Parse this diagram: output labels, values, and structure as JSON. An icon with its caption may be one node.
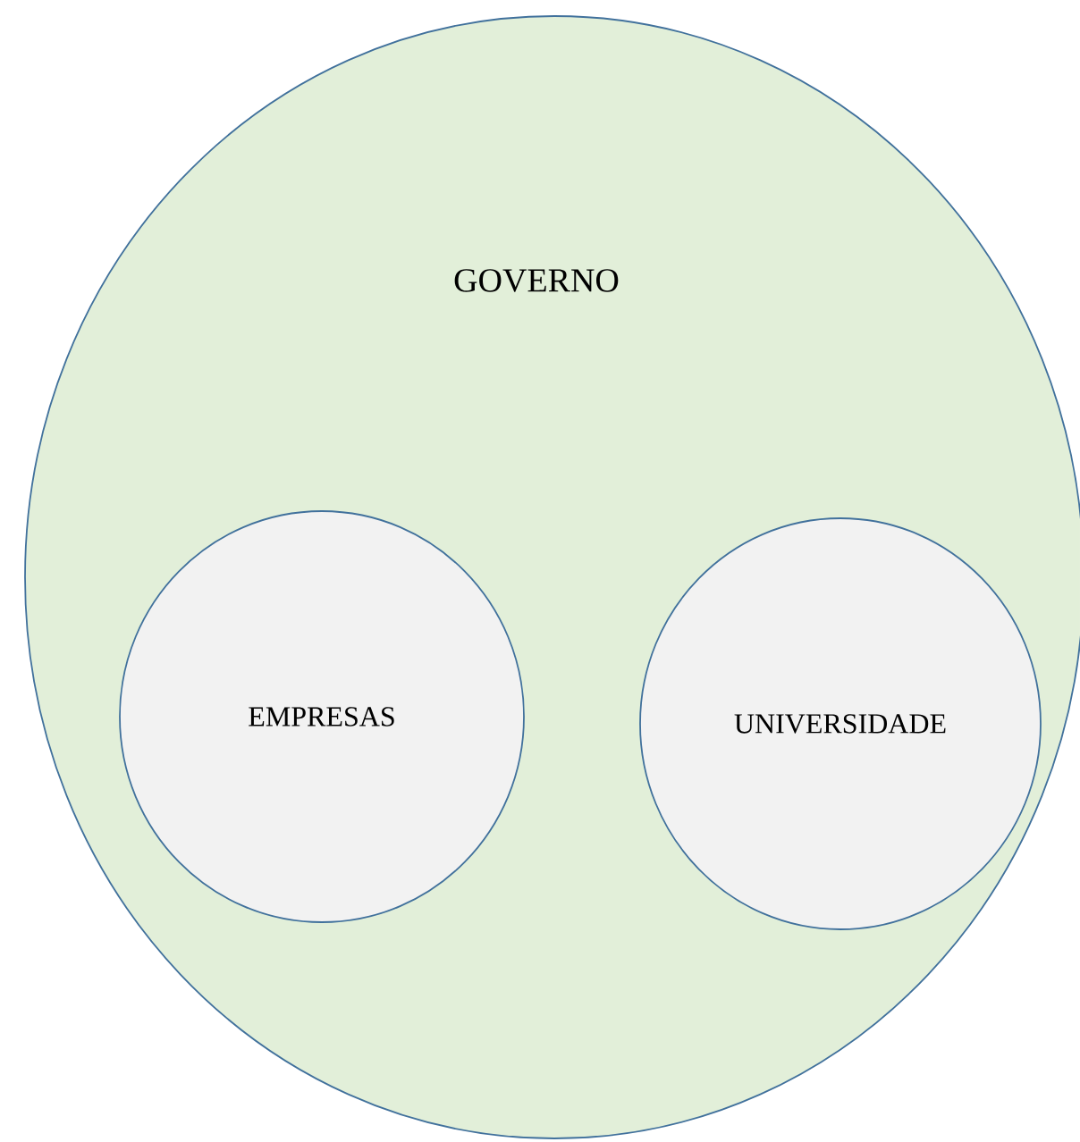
{
  "diagram": {
    "nodes": [
      {
        "text": [
          "GOVERNO"
        ]
      },
      {
        "text": [
          "EMPRESAS"
        ],
        "in": 0
      },
      {
        "text": [
          "UNIVERSIDADE"
        ],
        "in": 0
      }
    ]
  }
}
